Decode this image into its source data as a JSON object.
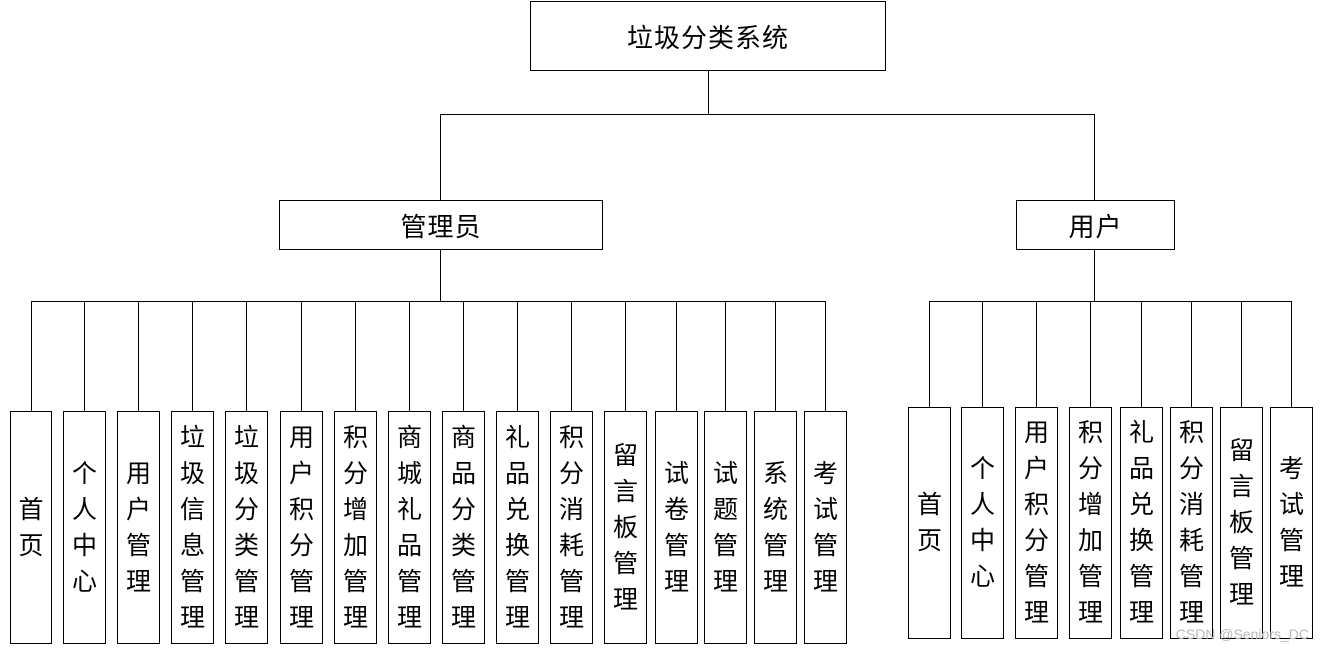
{
  "root": {
    "label": "垃圾分类系统"
  },
  "admin": {
    "label": "管理员",
    "items": [
      "首页",
      "个人中心",
      "用户管理",
      "垃圾信息管理",
      "垃圾分类管理",
      "用户积分管理",
      "积分增加管理",
      "商城礼品管理",
      "商品分类管理",
      "礼品兑换管理",
      "积分消耗管理",
      "留言板管理",
      "试卷管理",
      "试题管理",
      "系统管理",
      "考试管理"
    ]
  },
  "user": {
    "label": "用户",
    "items": [
      "首页",
      "个人中心",
      "用户积分管理",
      "积分增加管理",
      "礼品兑换管理",
      "积分消耗管理",
      "留言板管理",
      "考试管理"
    ]
  },
  "watermark": "CSDN @Seniors_DC"
}
